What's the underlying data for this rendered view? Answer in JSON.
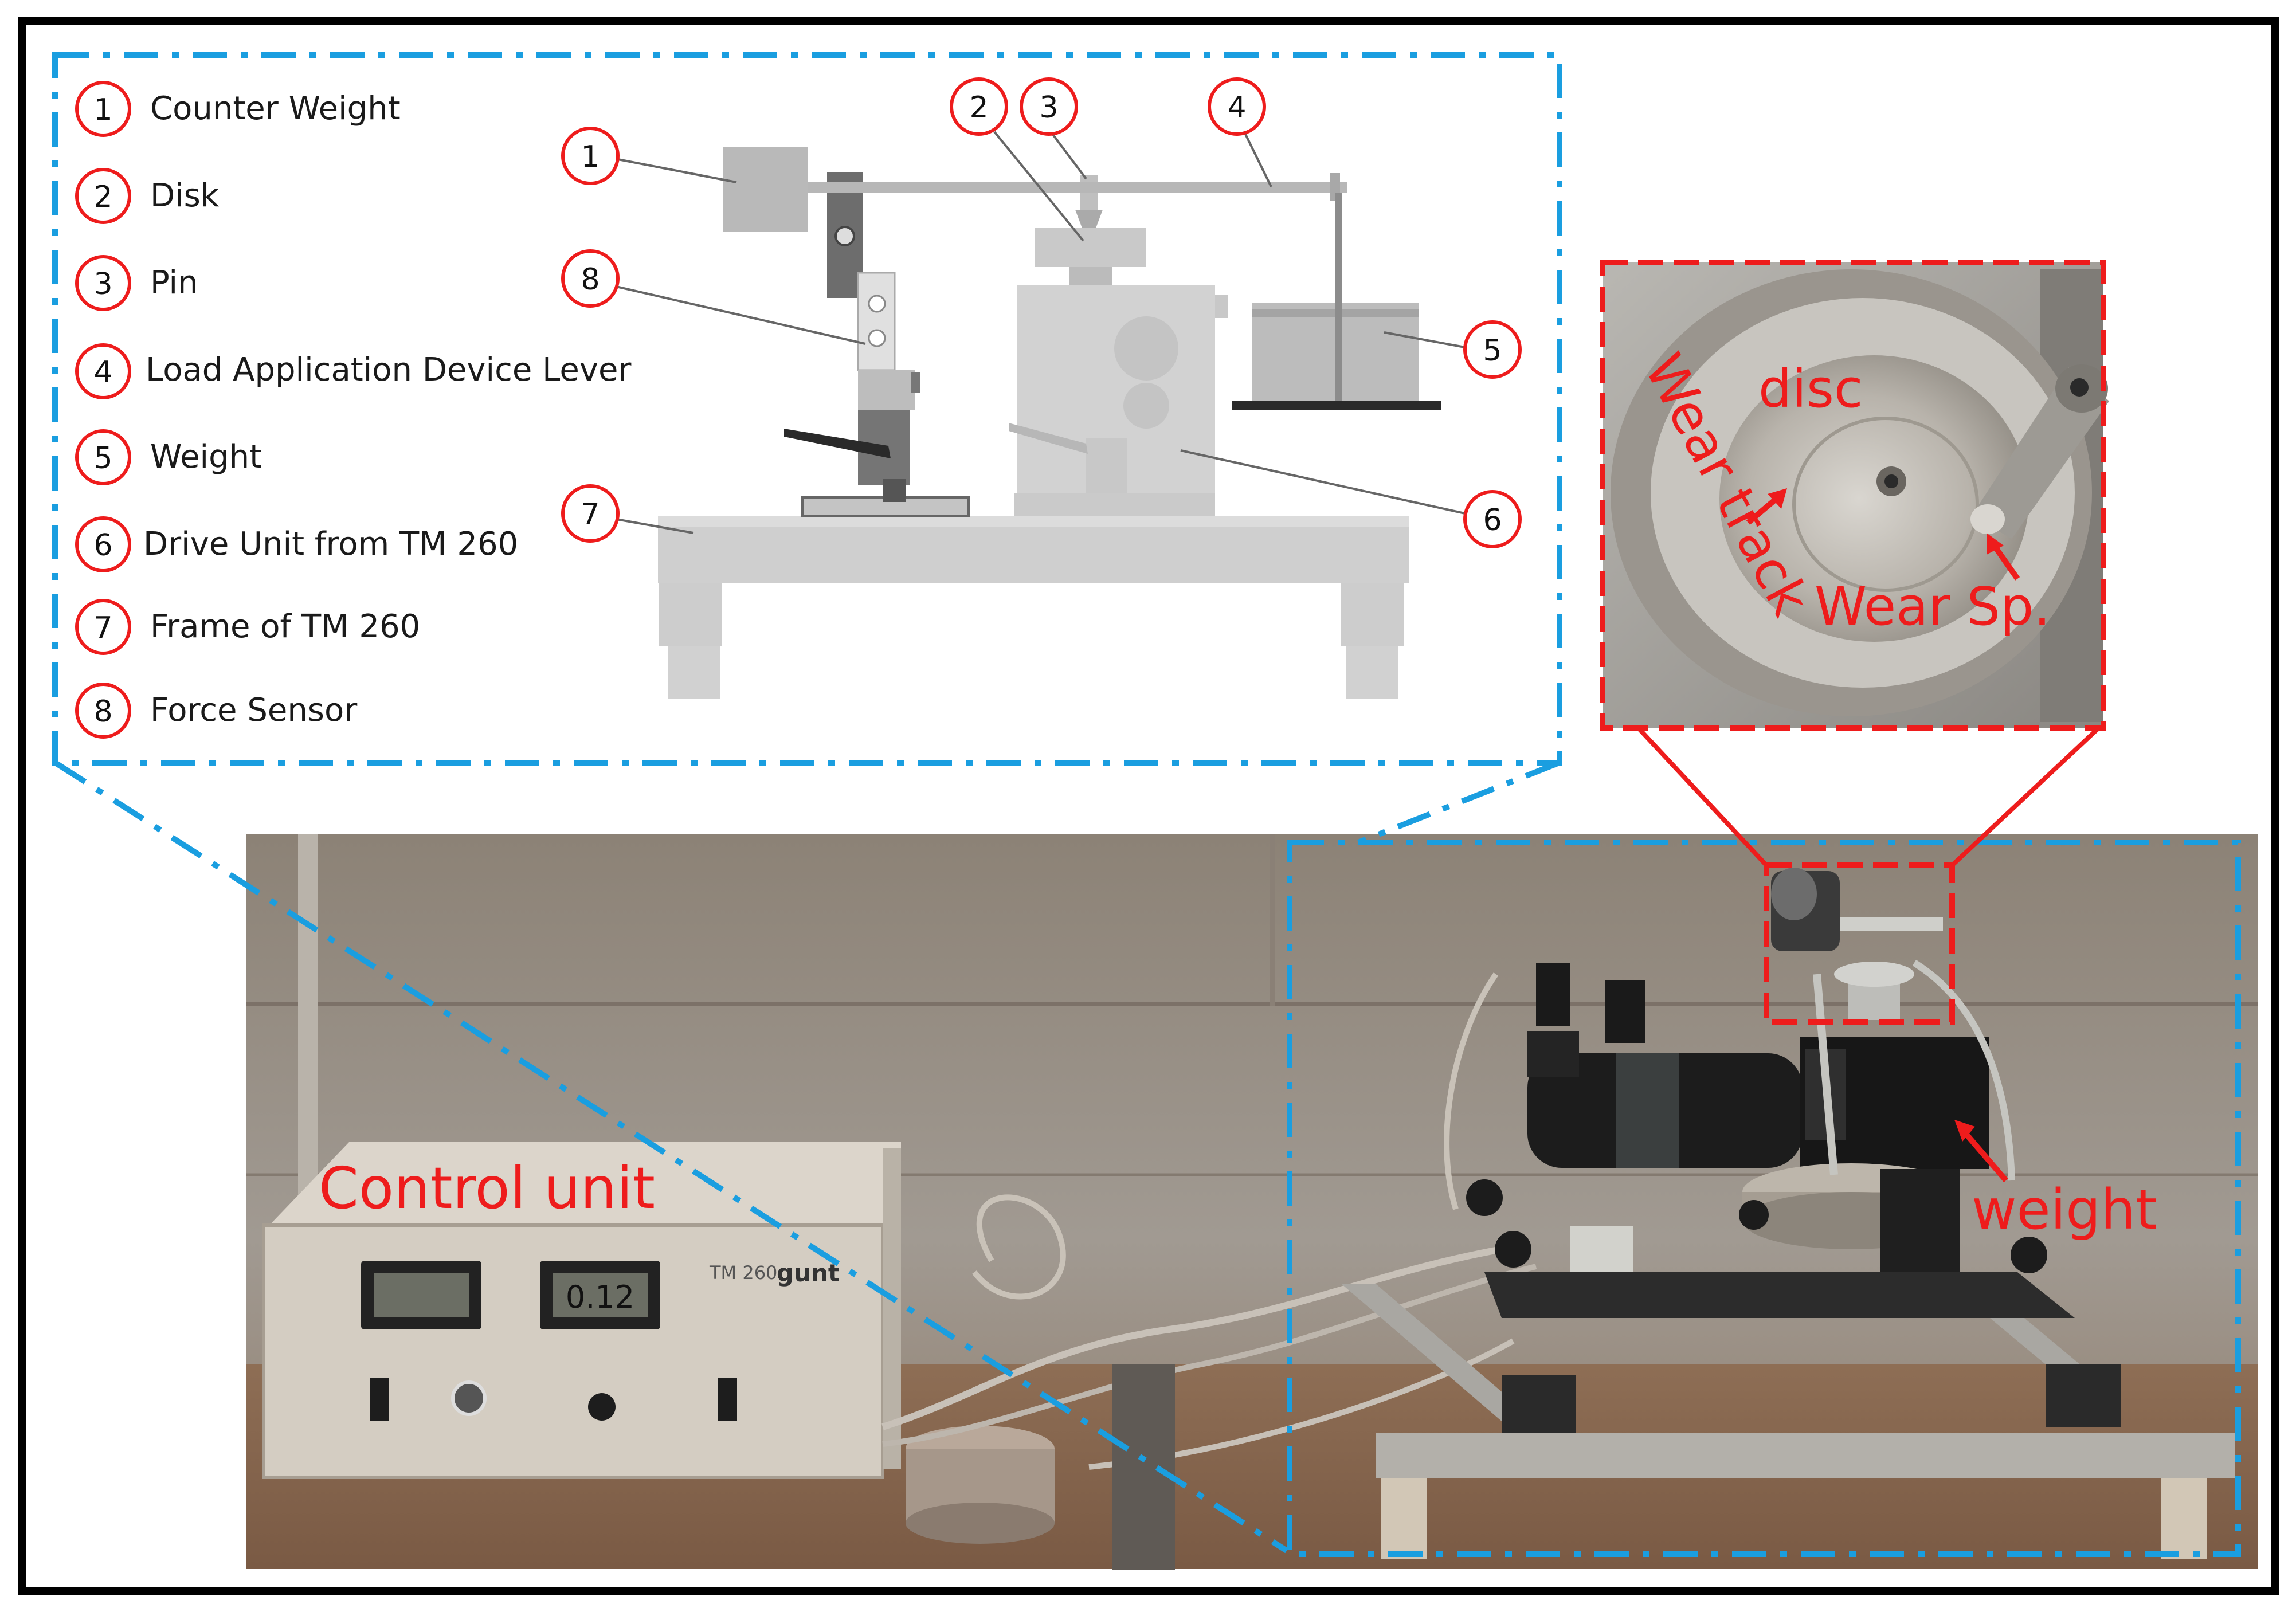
{
  "legend": [
    {
      "num": "1",
      "label": "Counter Weight"
    },
    {
      "num": "2",
      "label": "Disk"
    },
    {
      "num": "3",
      "label": "Pin"
    },
    {
      "num": "4",
      "label": "Load Application Device Lever"
    },
    {
      "num": "5",
      "label": "Weight"
    },
    {
      "num": "6",
      "label": "Drive Unit from TM 260"
    },
    {
      "num": "7",
      "label": "Frame of TM 260"
    },
    {
      "num": "8",
      "label": "Force Sensor"
    }
  ],
  "diagram_callouts": [
    "1",
    "2",
    "3",
    "4",
    "5",
    "6",
    "7",
    "8"
  ],
  "closeup": {
    "disc_label": "disc",
    "wear_track_label": "Wear track",
    "wear_specimen_label": "Wear Sp."
  },
  "photo": {
    "control_unit_label": "Control unit",
    "weight_label": "weight",
    "display_left": "",
    "display_right": "0.12",
    "device_model": "TM 260",
    "brand": "gunt"
  },
  "colors": {
    "frame_blue": "#1a9ee0",
    "callout_red": "#ee1c1c",
    "outer_border": "#000000"
  }
}
